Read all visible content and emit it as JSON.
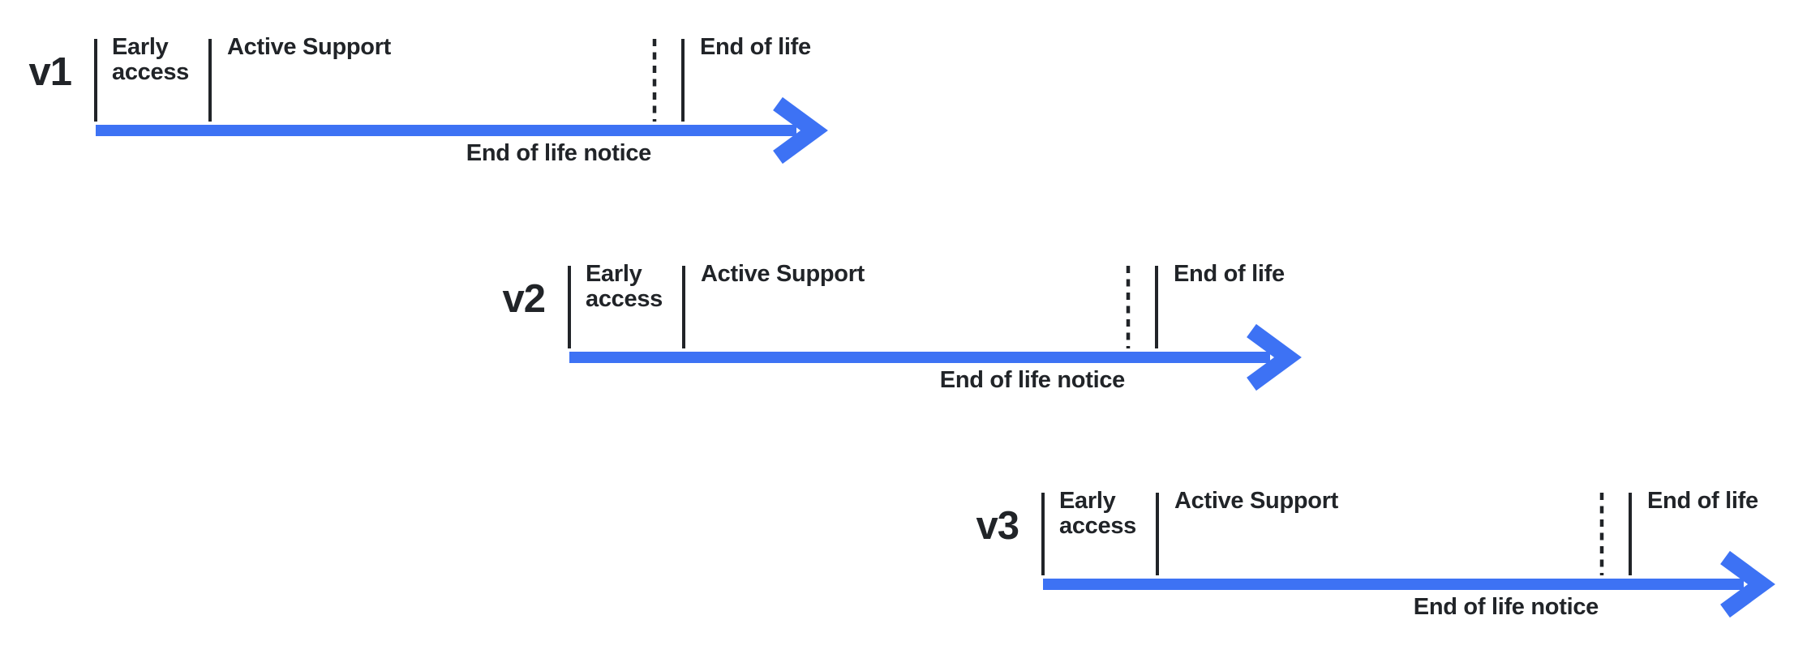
{
  "page": {
    "background": "#FFFFFF"
  },
  "colors": {
    "accent_blue": "#3D72F4",
    "ink": "#212428"
  },
  "icons": {
    "timeline_arrowhead": "chevron-right-arrow",
    "notice_marker": "dashed-vertical-line",
    "phase_marker": "solid-vertical-tick"
  },
  "rows": [
    {
      "version": "v1",
      "early_access_label": "Early access",
      "active_support_label": "Active Support",
      "end_of_life_label": "End of life",
      "end_of_life_notice_label": "End of life notice"
    },
    {
      "version": "v2",
      "early_access_label": "Early access",
      "active_support_label": "Active Support",
      "end_of_life_label": "End of life",
      "end_of_life_notice_label": "End of life notice"
    },
    {
      "version": "v3",
      "early_access_label": "Early access",
      "active_support_label": "Active Support",
      "end_of_life_label": "End of life",
      "end_of_life_notice_label": "End of life notice"
    }
  ]
}
